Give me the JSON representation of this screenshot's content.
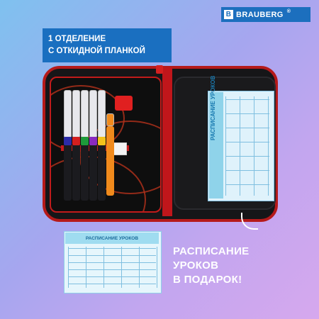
{
  "brand": {
    "name": "BRAUBERG",
    "mark": "B",
    "reg": "®"
  },
  "banner": {
    "line1": "1 ОТДЕЛЕНИЕ",
    "line2": "С ОТКИДНОЙ ПЛАНКОЙ"
  },
  "insert": {
    "title": "РАСПИСАНИЕ УРОКОВ"
  },
  "card": {
    "title": "РАСПИСАНИЕ УРОКОВ"
  },
  "gift": {
    "line1": "РАСПИСАНИЕ",
    "line2": "УРОКОВ",
    "line3": "В ПОДАРОК!"
  },
  "colors": {
    "brand": "#1c6fbe",
    "banner": "#1a6fc0",
    "case_trim": "#c0161b",
    "insert": "#dff2fb"
  },
  "pens": [
    {
      "color": "#2b2ba8"
    },
    {
      "color": "#d41f1f"
    },
    {
      "color": "#1e9a3a"
    },
    {
      "color": "#8a2bbf"
    },
    {
      "color": "#f2c21c"
    },
    {
      "color": "#f08a1c"
    }
  ]
}
